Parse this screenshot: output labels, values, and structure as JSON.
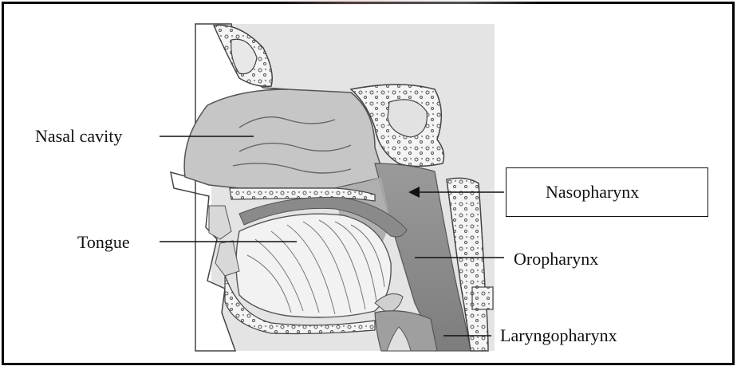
{
  "labels": {
    "nasal_cavity": "Nasal cavity",
    "tongue": "Tongue",
    "nasopharynx": "Nasopharynx",
    "oropharynx": "Oropharynx",
    "laryngopharynx": "Laryngopharynx"
  },
  "colors": {
    "background_panel": "#e6e6e6",
    "airway_dark": "#8a8a8a",
    "nasal_fill": "#c4c4c4",
    "bone_outline": "#444444",
    "frame": "#000000"
  }
}
